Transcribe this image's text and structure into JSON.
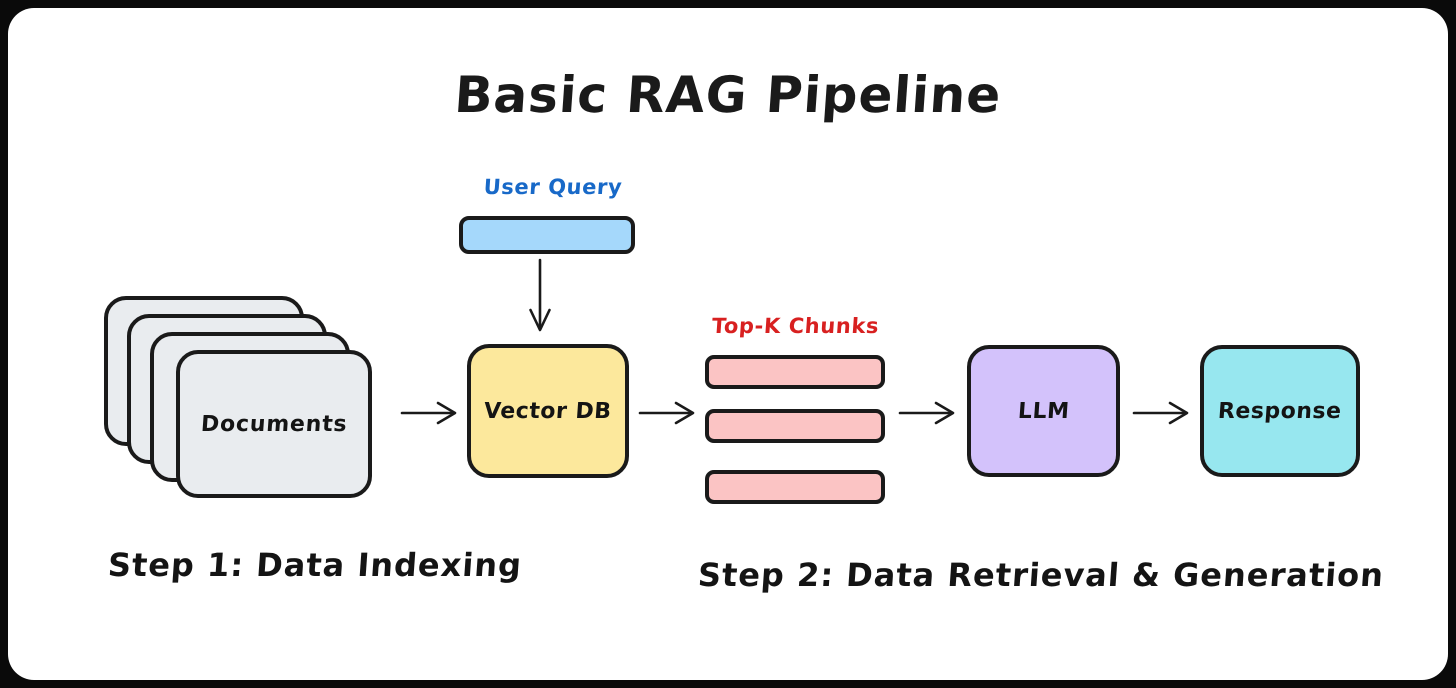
{
  "diagram": {
    "title": "Basic RAG Pipeline",
    "colors": {
      "frame": "#0a0a0a",
      "card": "#ffffff",
      "ink": "#1a1a1a",
      "documents": "#e9ecef",
      "user_query_bar": "#a5d8fb",
      "user_query_text": "#1869c8",
      "vector_db": "#fce89c",
      "chunks": "#fbc4c4",
      "chunks_text": "#d82020",
      "llm": "#d3c2fb",
      "response": "#97e7ef"
    },
    "nodes": {
      "documents": {
        "label": "Documents",
        "sheets": 4
      },
      "user_query": {
        "label": "User Query",
        "bar_label": ""
      },
      "vector_db": {
        "label": "Vector DB"
      },
      "topk_chunks": {
        "label": "Top-K Chunks",
        "bars": 3
      },
      "llm": {
        "label": "LLM"
      },
      "response": {
        "label": "Response"
      }
    },
    "steps": [
      {
        "caption": "Step 1: Data Indexing"
      },
      {
        "caption": "Step 2: Data Retrieval & Generation"
      }
    ],
    "arrows": [
      {
        "name": "documents-to-vector-db",
        "direction": "right"
      },
      {
        "name": "user-query-to-vector-db",
        "direction": "down"
      },
      {
        "name": "vector-db-to-chunks",
        "direction": "right"
      },
      {
        "name": "chunks-to-llm",
        "direction": "right"
      },
      {
        "name": "llm-to-response",
        "direction": "right"
      }
    ]
  }
}
